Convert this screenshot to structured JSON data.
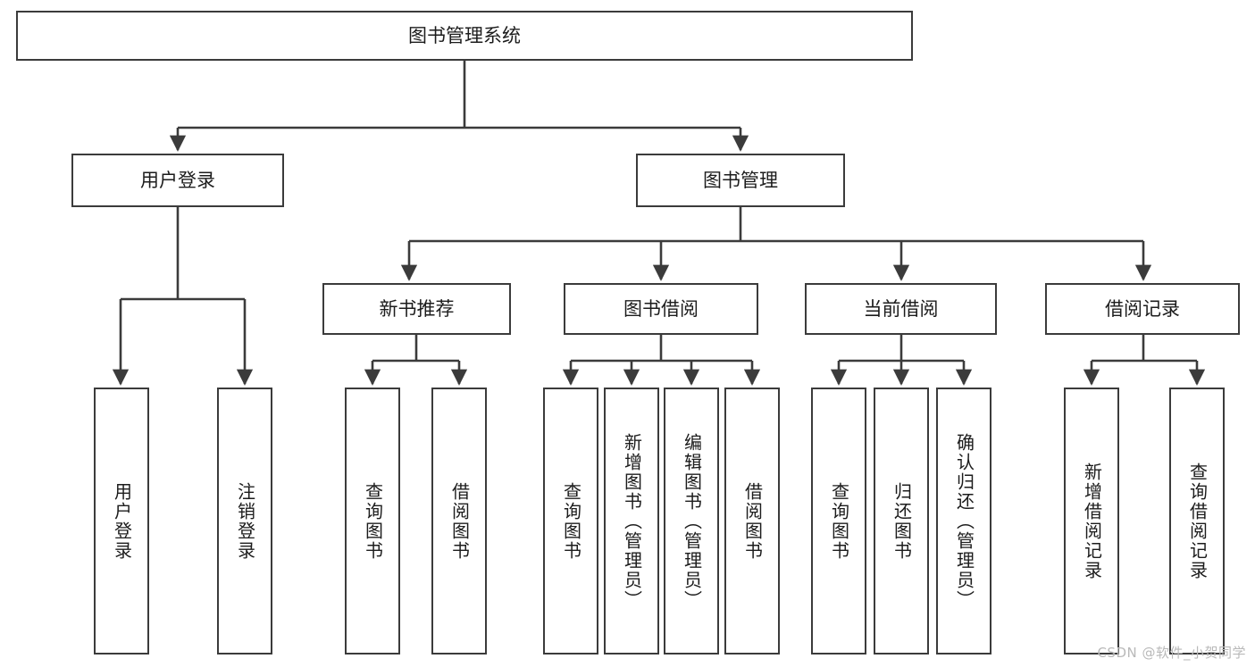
{
  "diagram": {
    "title": "图书管理系统",
    "style": {
      "line_color": "#3b3b3b",
      "box_fill": "#ffffff",
      "text_color": "#1c1c1c",
      "watermark_color": "#b9b9b9"
    },
    "root": {
      "label": "图书管理系统"
    },
    "level2": [
      {
        "label": "用户登录"
      },
      {
        "label": "图书管理"
      }
    ],
    "level3": [
      {
        "label": "新书推荐"
      },
      {
        "label": "图书借阅"
      },
      {
        "label": "当前借阅"
      },
      {
        "label": "借阅记录"
      }
    ],
    "leaves": {
      "user_login": [
        {
          "label": "用户登录"
        },
        {
          "label": "注销登录"
        }
      ],
      "new_book": [
        {
          "label": "查询图书"
        },
        {
          "label": "借阅图书"
        }
      ],
      "book_borrow": [
        {
          "label": "查询图书"
        },
        {
          "label": "新增图书（管理员）"
        },
        {
          "label": "编辑图书（管理员）"
        },
        {
          "label": "借阅图书"
        }
      ],
      "current_borrow": [
        {
          "label": "查询图书"
        },
        {
          "label": "归还图书"
        },
        {
          "label": "确认归还（管理员）"
        }
      ],
      "borrow_record": [
        {
          "label": "新增借阅记录"
        },
        {
          "label": "查询借阅记录"
        }
      ]
    }
  },
  "watermark": {
    "text": "CSDN @软件_小贺同学"
  }
}
